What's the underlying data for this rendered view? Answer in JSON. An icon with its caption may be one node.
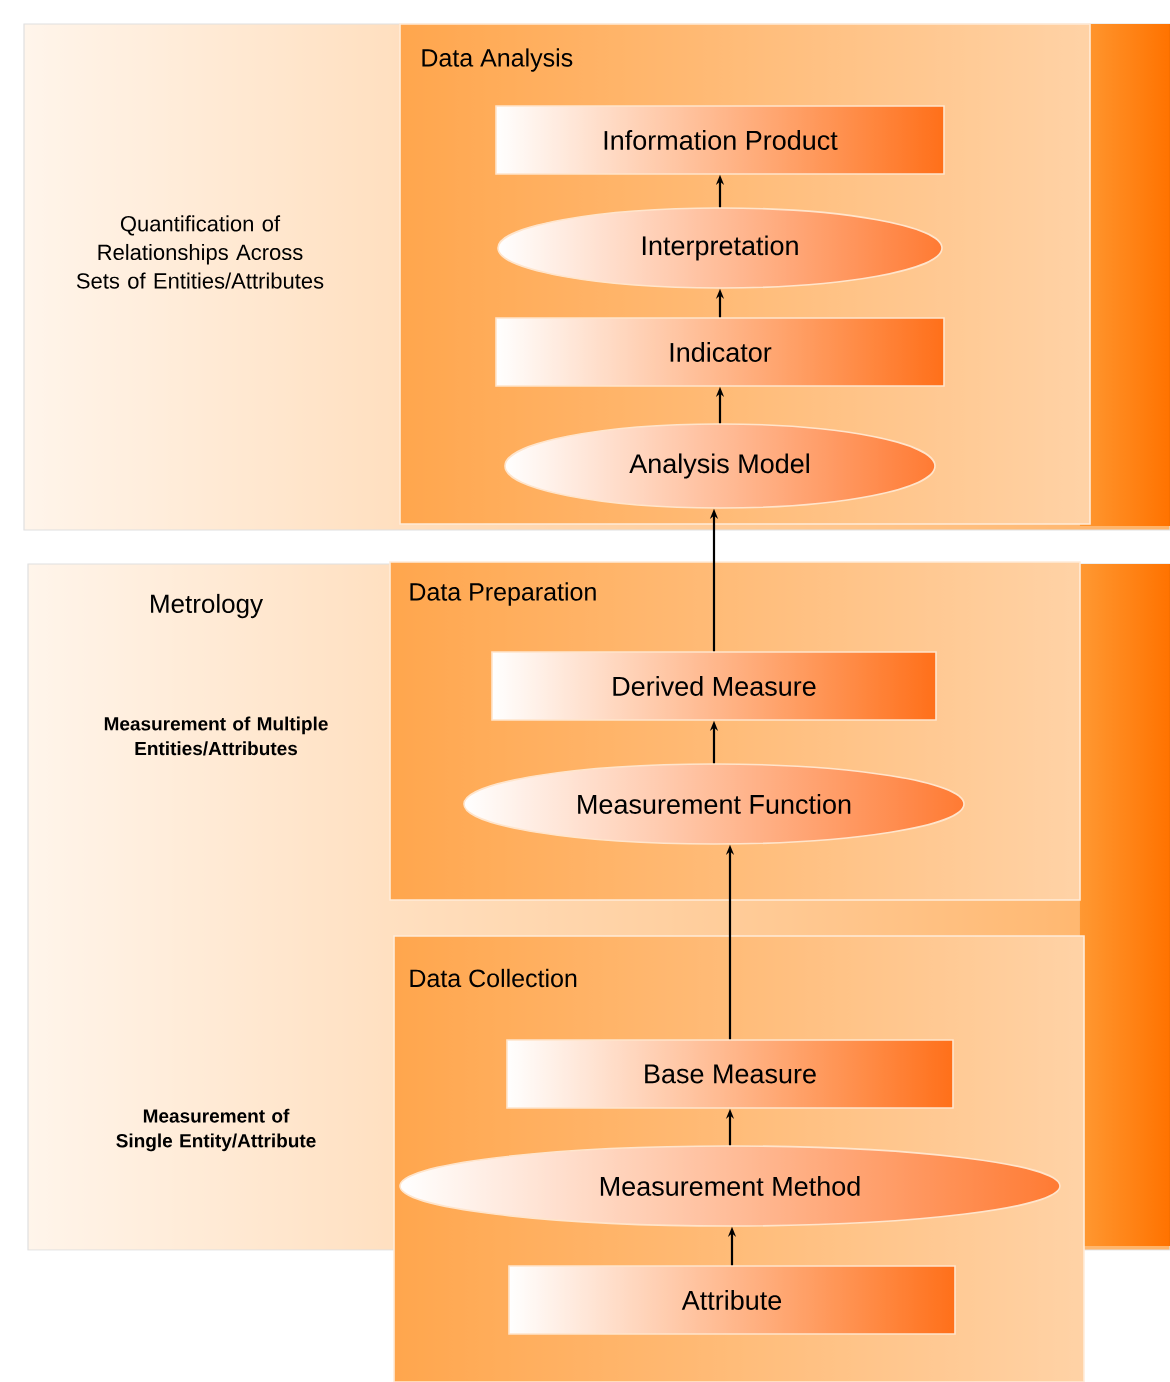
{
  "diagram": {
    "nodes": [
      {
        "text": [
          "Quantification of Relationships Across Sets of Entities/Attributes"
        ]
      },
      {
        "text": [
          "Data Analysis"
        ],
        "in": 0
      },
      {
        "text": [
          "Information Product"
        ],
        "in": 1
      },
      {
        "text": [
          "Interpretation"
        ],
        "in": 1
      },
      {
        "text": [
          "Indicator"
        ],
        "in": 1
      },
      {
        "text": [
          "Analysis Model"
        ],
        "in": 1
      },
      {
        "text": [
          "Metrology",
          "Measurement of Multiple Entities/Attributes",
          "Measurement of Single Entity/Attribute"
        ]
      },
      {
        "text": [
          "Data Preparation"
        ],
        "in": 6
      },
      {
        "text": [
          "Derived Measure"
        ],
        "in": 7
      },
      {
        "text": [
          "Measurement Function"
        ],
        "in": 7
      },
      {
        "text": [
          "Data Collection"
        ]
      },
      {
        "text": [
          "Base Measure"
        ]
      },
      {
        "text": [
          "Measurement Method"
        ]
      },
      {
        "text": [
          "Attribute"
        ],
        "in": 10
      }
    ],
    "edges": [
      {
        "from": 3,
        "to": 2,
        "arrow": "to"
      },
      {
        "from": 4,
        "to": 3,
        "arrow": "to"
      },
      {
        "from": 5,
        "to": 4,
        "arrow": "to"
      },
      {
        "from": 8,
        "to": 5,
        "arrow": "to"
      },
      {
        "from": 9,
        "to": 8,
        "arrow": "to"
      },
      {
        "from": 11,
        "to": 9,
        "arrow": "to"
      },
      {
        "from": 12,
        "to": 11,
        "arrow": "to"
      },
      {
        "from": 13,
        "to": 12,
        "arrow": "to"
      }
    ]
  }
}
